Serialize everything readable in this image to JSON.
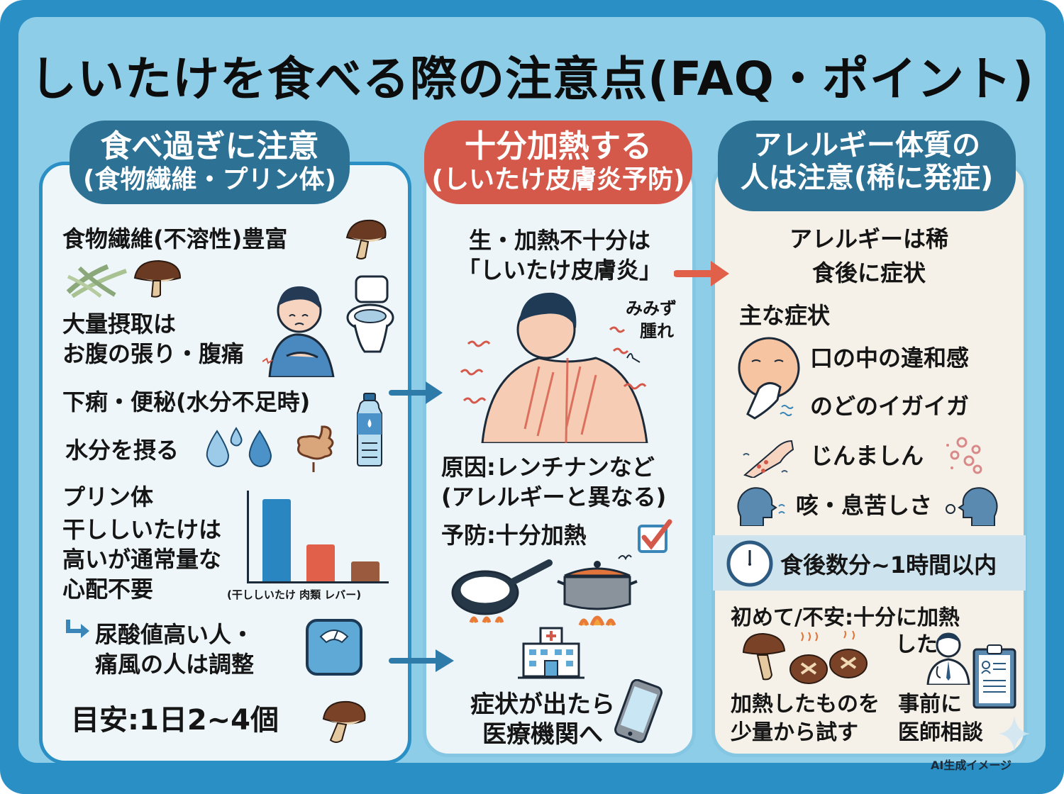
{
  "title": "しいたけを食べる際の注意点(FAQ・ポイント)",
  "colors": {
    "frame": "#2a8fc4",
    "background": "#8dcde8",
    "header_blue": "#2d7295",
    "header_red": "#d5594a",
    "bar_shiitake": "#2a86c1",
    "bar_meat": "#e0604a",
    "bar_liver": "#9a5a3d"
  },
  "panels": [
    {
      "id": "overeating",
      "header": {
        "line1": "食べ過ぎに注意",
        "line2": "(食物繊維・プリン体)"
      },
      "items": {
        "fiber": "食物繊維(不溶性)豊富",
        "large_intake_1": "大量摂取は",
        "large_intake_2": "お腹の張り・腹痛",
        "diarrhea": "下痢・便秘(水分不足時)",
        "water": "水分を摂る",
        "purine_title": "プリン体",
        "purine_1": "干ししいたけは",
        "purine_2": "高いが通常量な",
        "purine_3": "心配不要",
        "uric_1": "尿酸値高い人・",
        "uric_2": "痛風の人は調整",
        "guideline": "目安:1日2~4個"
      },
      "icons": [
        "shiitake-mushroom-icon",
        "fiber-strands-icon",
        "stomachache-person-icon",
        "toilet-icon",
        "water-bottle-icon",
        "water-drops-icon",
        "intestine-icon",
        "weight-scale-icon",
        "arrow-return-icon"
      ]
    },
    {
      "id": "cook-thoroughly",
      "header": {
        "line1": "十分加熱する",
        "line2": "(しいたけ皮膚炎予防)"
      },
      "items": {
        "raw_1": "生・加熱不十分は",
        "raw_2": "「しいたけ皮膚炎」",
        "symptom_1": "みみず",
        "symptom_2": "腫れ",
        "cause_1": "原因:レンチナンなど",
        "cause_2": "(アレルギーと異なる)",
        "prevention": "予防:十分加熱",
        "hospital_1": "症状が出たら",
        "hospital_2": "医療機関へ"
      },
      "icons": [
        "dermatitis-back-icon",
        "checkbox-icon",
        "frying-pan-icon",
        "pot-icon",
        "hospital-icon",
        "smartphone-icon"
      ]
    },
    {
      "id": "allergy",
      "header": {
        "line1": "アレルギー体質の",
        "line2": "人は注意(稀に発症)"
      },
      "items": {
        "rare_1": "アレルギーは稀",
        "rare_2": "食後に症状",
        "main_symptoms": "主な症状",
        "symptoms": [
          "口の中の違和感",
          "のどのイガイガ",
          "じんましん",
          "咳・息苦しさ"
        ],
        "onset": "食後数分~1時間以内",
        "first_time_1": "初めて/不安:十分に加熱",
        "first_time_2": "した",
        "try_1": "加熱したものを",
        "try_2": "少量から試す",
        "consult_1": "事前に",
        "consult_2": "医師相談"
      },
      "icons": [
        "mouth-discomfort-icon",
        "hives-arm-icon",
        "rash-dots-icon",
        "cough-head-icon",
        "clock-icon",
        "cooked-shiitake-icon",
        "doctor-icon",
        "clipboard-icon"
      ]
    }
  ],
  "chart_data": {
    "type": "bar",
    "title": "プリン体",
    "categories": [
      "干ししいたけ",
      "肉類",
      "レバー"
    ],
    "category_label_text": "(干ししいたけ 肉類 レバー)",
    "values": [
      100,
      45,
      24
    ],
    "xlabel": "",
    "ylabel": "",
    "grid": false,
    "note": "relative heights only, no axis ticks shown"
  },
  "watermark": "AI生成イメージ"
}
